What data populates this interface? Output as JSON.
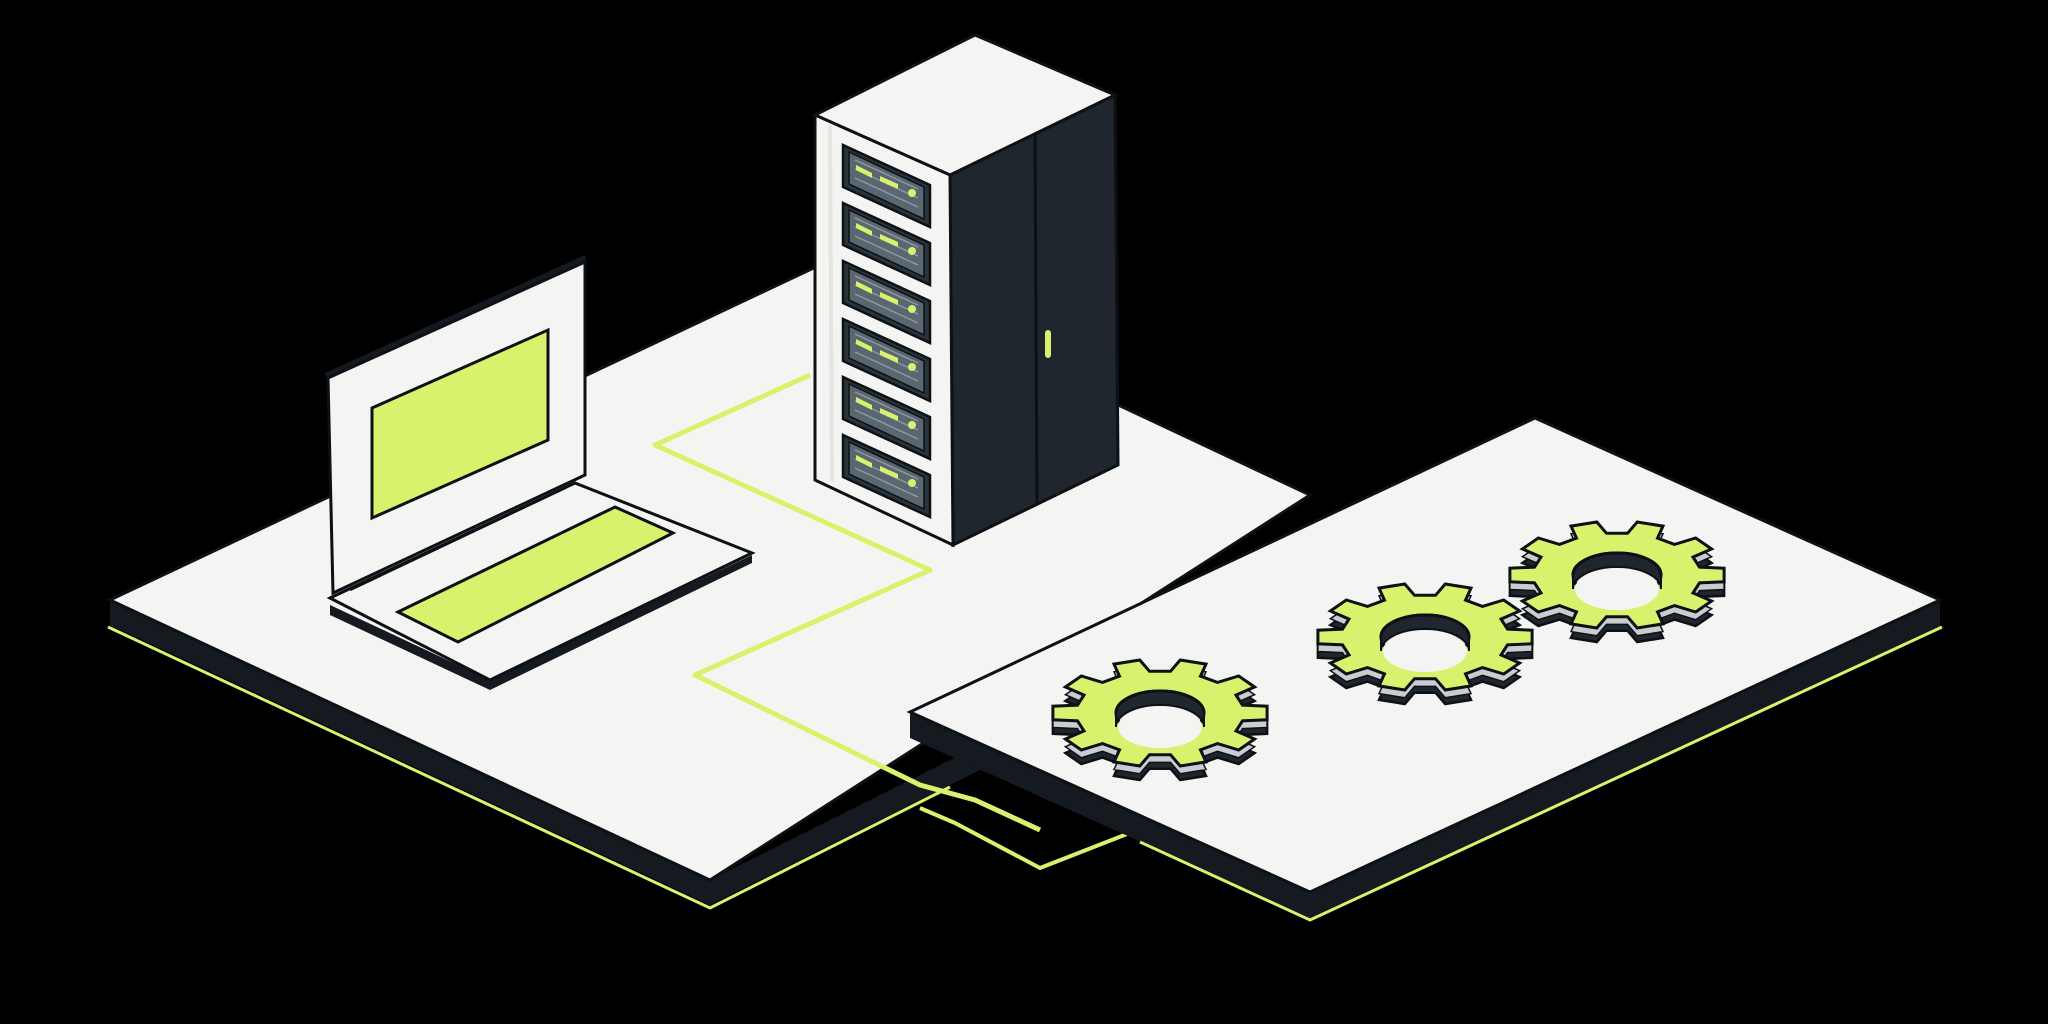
{
  "scene": {
    "background": "#000000",
    "palette": {
      "accent": "#D8F26E",
      "accent_dark": "#B7D44E",
      "surface": "#F4F5F2",
      "surface_shade": "#E3E5E1",
      "dark": "#141A20",
      "dark_2": "#1F262D",
      "dark_3": "#2A333B",
      "outline": "#0C1115",
      "silver": "#C9CDD0"
    },
    "elements": [
      {
        "name": "left-platform",
        "kind": "platform"
      },
      {
        "name": "right-platform",
        "kind": "platform"
      },
      {
        "name": "laptop-icon",
        "kind": "laptop"
      },
      {
        "name": "server-rack-icon",
        "kind": "server-rack",
        "rack_units": 6
      },
      {
        "name": "gear-icon",
        "kind": "gear",
        "count": 3,
        "teeth": 10
      },
      {
        "name": "connection-line",
        "kind": "circuit-trace"
      }
    ]
  }
}
